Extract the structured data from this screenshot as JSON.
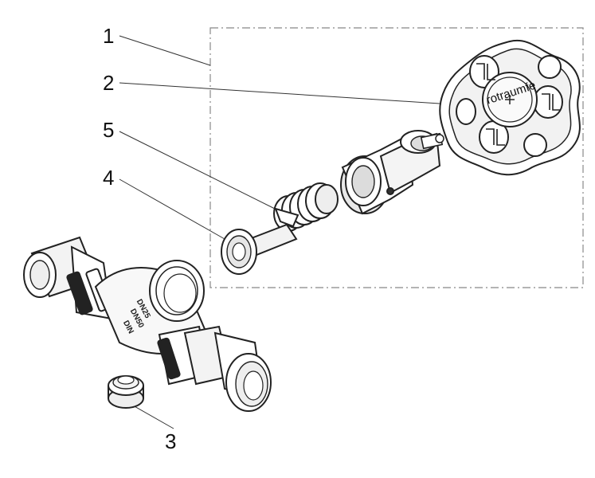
{
  "diagram": {
    "callouts": [
      {
        "label": "1"
      },
      {
        "label": "2"
      },
      {
        "label": "5"
      },
      {
        "label": "4"
      },
      {
        "label": "3"
      }
    ],
    "handwheel_brand": "rotraumfe",
    "body_marking_line1": "DN25",
    "body_marking_line2": "DN50",
    "body_marking_line3": "DIN"
  }
}
